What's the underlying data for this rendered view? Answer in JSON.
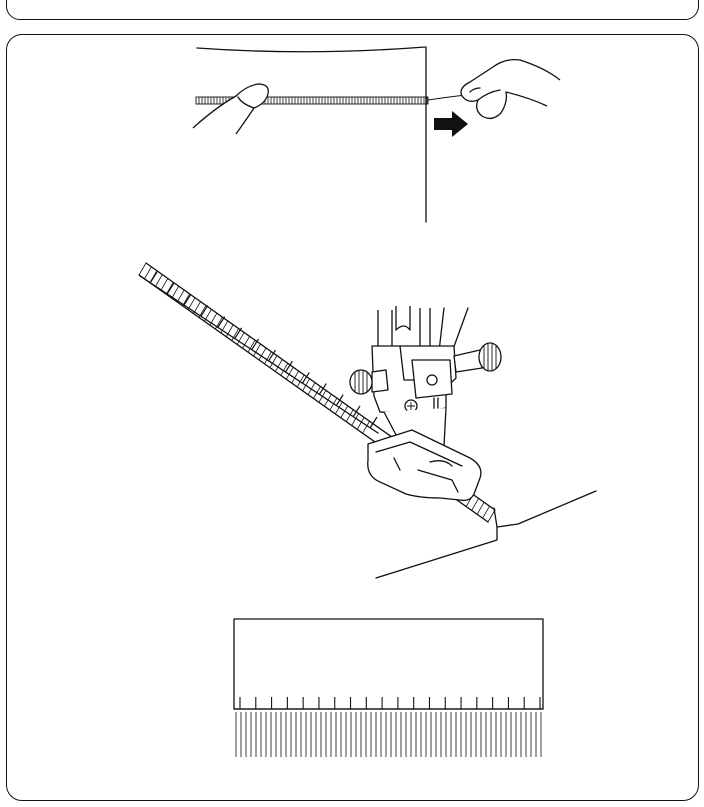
{
  "illustration": {
    "panels": [
      "pull-thread",
      "sewing-fringe",
      "finished-fringe"
    ],
    "arrow_direction": "right",
    "fringe_stitch_count": 20,
    "fringe_thread_count": 62,
    "colors": {
      "ink": "#111111",
      "paper": "#ffffff"
    }
  }
}
